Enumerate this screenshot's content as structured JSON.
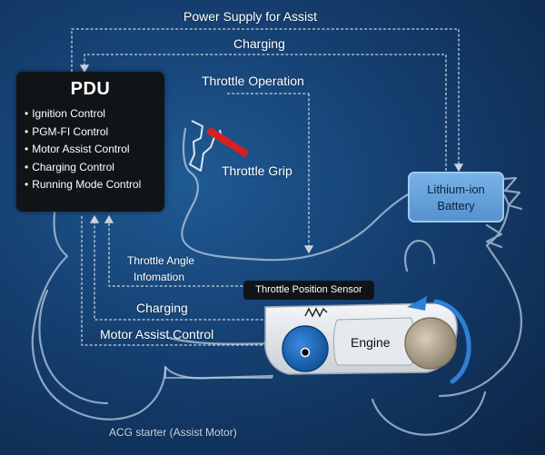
{
  "labels": {
    "power_supply": "Power Supply for Assist",
    "charging_top": "Charging",
    "throttle_operation": "Throttle Operation",
    "throttle_grip": "Throttle Grip",
    "throttle_angle_line1": "Throttle Angle",
    "throttle_angle_line2": "Infomation",
    "charging_bottom": "Charging",
    "motor_assist_control": "Motor Assist Control",
    "throttle_position_sensor": "Throttle Position Sensor",
    "engine": "Engine",
    "acg_starter": "ACG starter (Assist Motor)"
  },
  "pdu": {
    "title": "PDU",
    "items": [
      "Ignition Control",
      "PGM-FI Control",
      "Motor Assist Control",
      "Charging Control",
      "Running Mode Control"
    ]
  },
  "battery": {
    "line1": "Lithium-ion",
    "line2": "Battery"
  },
  "colors": {
    "background": "#153f70",
    "line": "#c8d3de",
    "grip": "#d91f1f",
    "battery": "#6aa6df",
    "motor": "#1d6fc0",
    "pdu": "#111417"
  }
}
